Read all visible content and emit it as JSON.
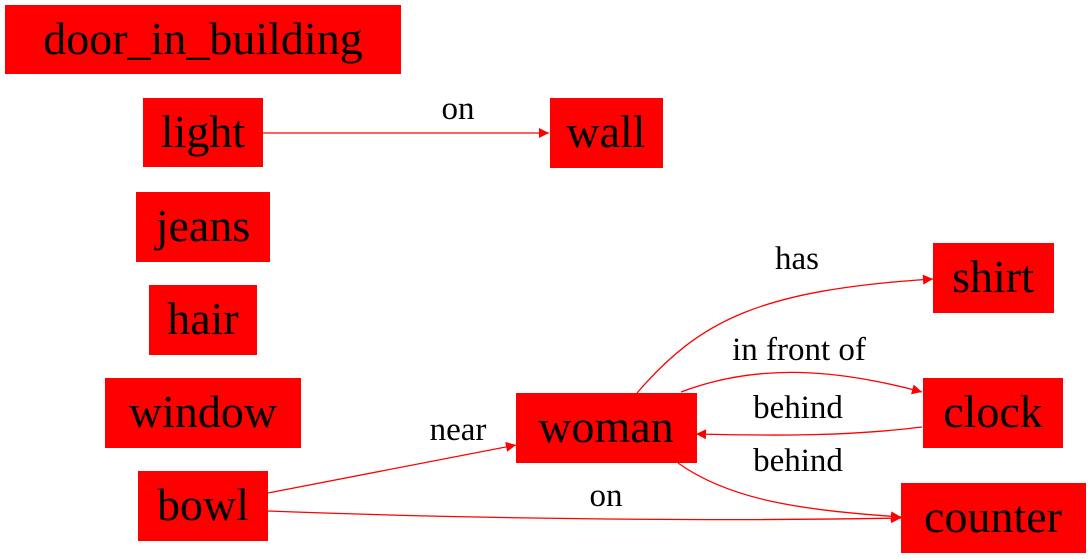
{
  "colors": {
    "node_fill": "#ff0000",
    "edge": "#ff0000",
    "text": "#000000",
    "background": "#ffffff"
  },
  "nodes": {
    "door_in_building": "door_in_building",
    "light": "light",
    "wall": "wall",
    "jeans": "jeans",
    "hair": "hair",
    "shirt": "shirt",
    "window": "window",
    "woman": "woman",
    "clock": "clock",
    "bowl": "bowl",
    "counter": "counter"
  },
  "edges": [
    {
      "from": "light",
      "to": "wall",
      "label": "on"
    },
    {
      "from": "woman",
      "to": "shirt",
      "label": "has"
    },
    {
      "from": "woman",
      "to": "clock",
      "label": "in front of"
    },
    {
      "from": "clock",
      "to": "woman",
      "label": "behind"
    },
    {
      "from": "woman",
      "to": "counter",
      "label": "behind"
    },
    {
      "from": "bowl",
      "to": "woman",
      "label": "near"
    },
    {
      "from": "bowl",
      "to": "counter",
      "label": "on"
    }
  ]
}
